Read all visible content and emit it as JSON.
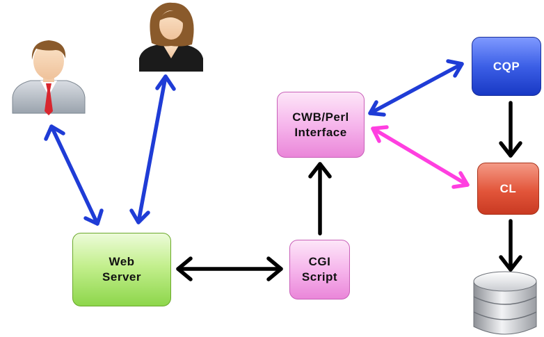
{
  "diagram": {
    "nodes": {
      "web_server": {
        "line1": "Web",
        "line2": "Server"
      },
      "cgi_script": {
        "line1": "CGI",
        "line2": "Script"
      },
      "cwb_perl": {
        "line1": "CWB/Perl",
        "line2": "Interface"
      },
      "cqp": {
        "label": "CQP"
      },
      "cl": {
        "label": "CL"
      }
    },
    "icons": [
      "user-male-icon",
      "user-female-icon",
      "database-icon"
    ],
    "colors": {
      "blue_arrow": "#1f3cd6",
      "black_arrow": "#000000",
      "magenta_arrow": "#ff3fe0",
      "web_server": "#8dd64b",
      "cgi": "#f6b6ec",
      "cqp": "#3c5fe6",
      "cl": "#e2553a"
    }
  }
}
